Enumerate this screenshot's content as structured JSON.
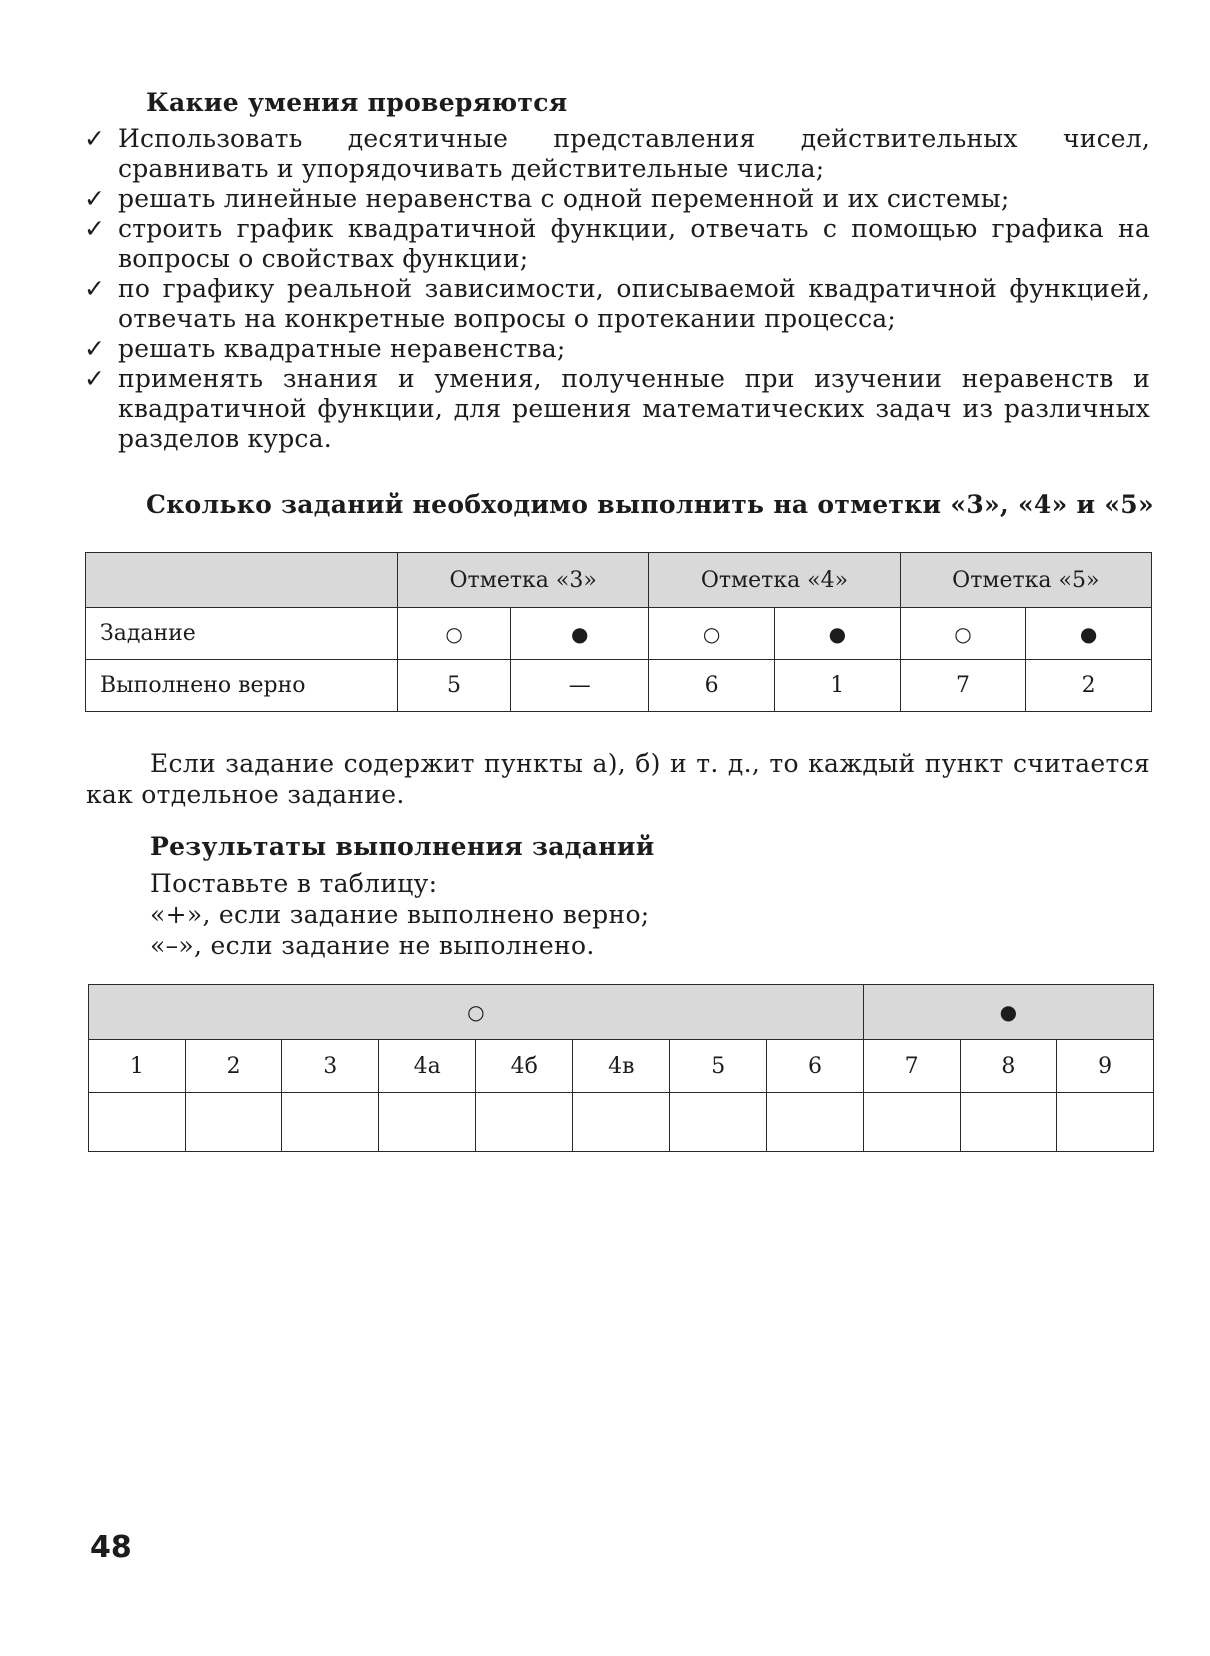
{
  "skills_section": {
    "heading": "Какие умения проверяются",
    "check_symbol": "✓",
    "items": [
      "Использовать десятичные представления действительных чисел, сравнивать и упорядочивать действительные числа;",
      "решать линейные неравенства с одной переменной и их системы;",
      "строить график квадратичной функции, отвечать с помощью графика на вопросы о свойствах функции;",
      "по графику реальной зависимости, описываемой квадратичной функцией, отвечать на конкретные вопросы о протекании процесса;",
      "решать квадратные неравенства;",
      "применять знания и умения, полученные при изучении неравенств и квадратичной функции, для решения математических задач из различных разделов курса."
    ]
  },
  "grades_section": {
    "heading": "Сколько заданий необходимо выполнить на отметки «3», «4» и «5»",
    "table": {
      "headers": [
        "Отметка «3»",
        "Отметка «4»",
        "Отметка «5»"
      ],
      "row_task_label": "Задание",
      "task_marks": [
        "○",
        "●",
        "○",
        "●",
        "○",
        "●"
      ],
      "row_done_label": "Выполнено верно",
      "done_values": [
        "5",
        "—",
        "6",
        "1",
        "7",
        "2"
      ]
    }
  },
  "note": "Если задание содержит пункты а), б) и т. д., то каждый пункт считается как отдельное задание.",
  "results_section": {
    "heading": "Результаты выполнения заданий",
    "instructions": [
      "Поставьте в таблицу:",
      "«+», если задание выполнено верно;",
      "«–», если задание не выполнено."
    ],
    "table": {
      "group_basic": "○",
      "group_advanced": "●",
      "task_numbers": [
        "1",
        "2",
        "3",
        "4а",
        "4б",
        "4в",
        "5",
        "6",
        "7",
        "8",
        "9"
      ]
    }
  },
  "page_number": "48"
}
